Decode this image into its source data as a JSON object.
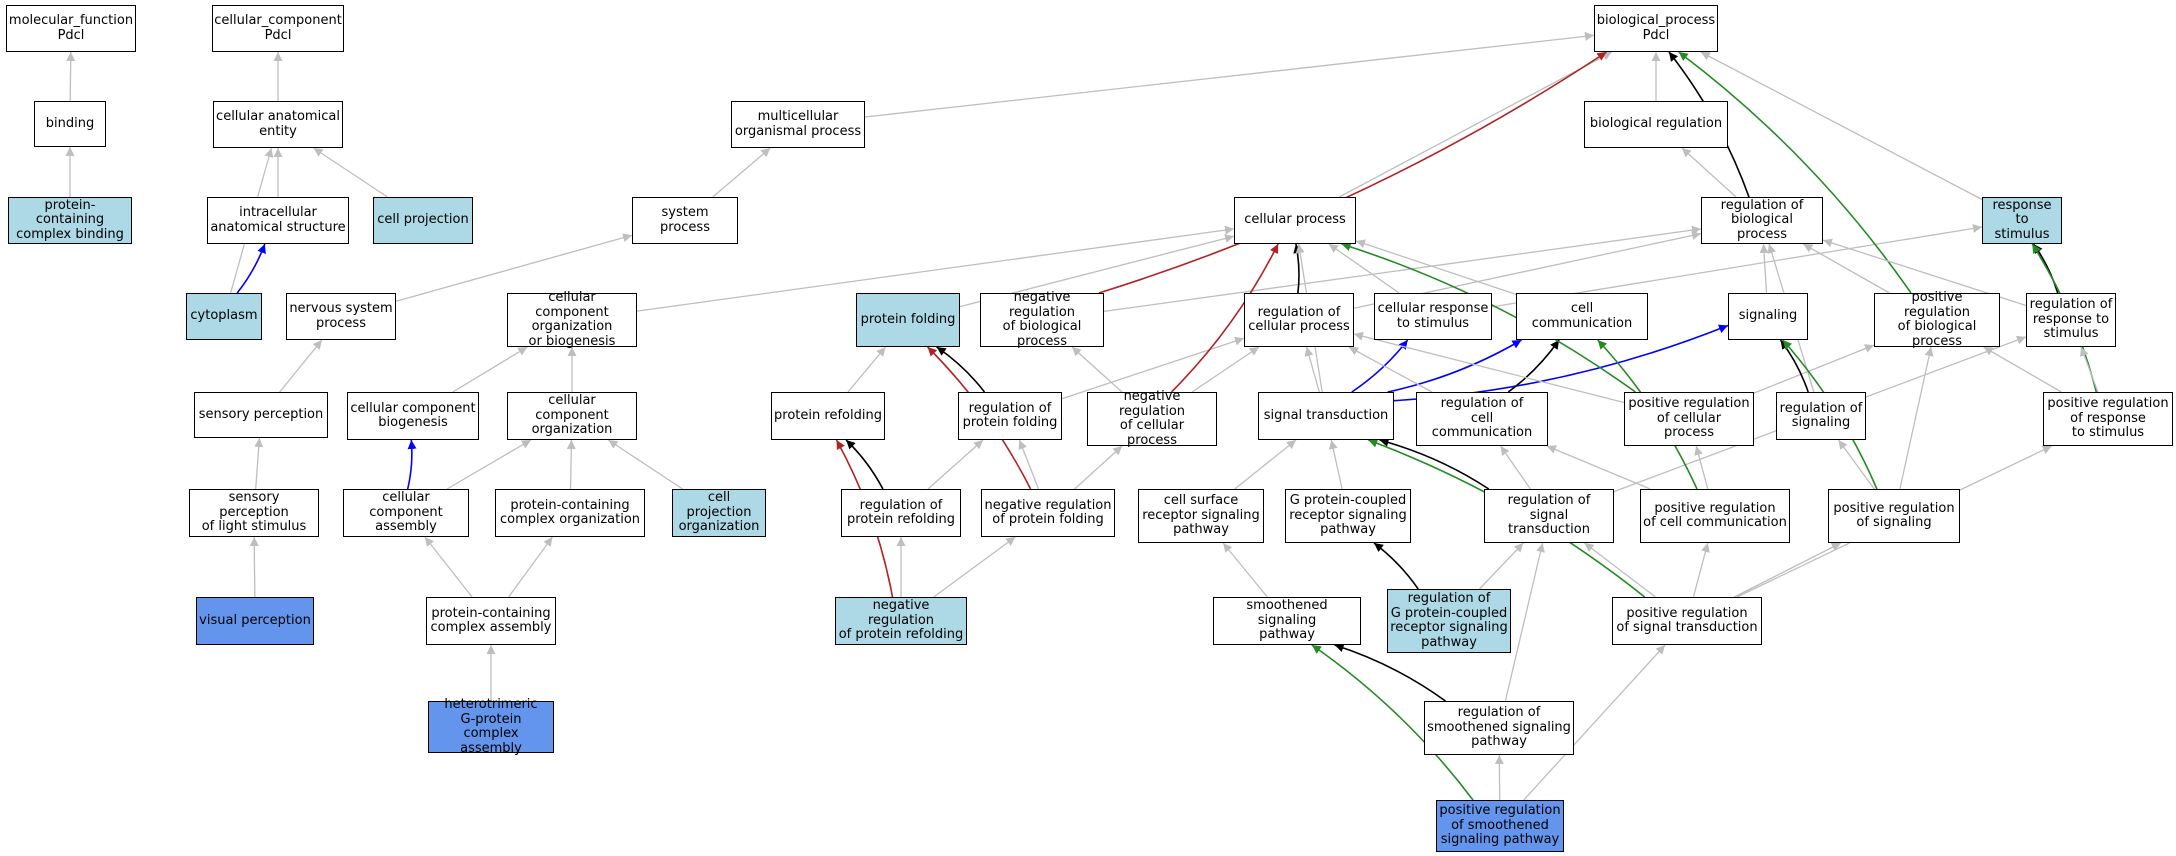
{
  "colors": {
    "plain": "#ffffff",
    "highlight": "#add8e6",
    "annotated": "#6495ed",
    "edge_gray": "#bebebe",
    "edge_black": "#000000",
    "edge_red": "#b22222",
    "edge_blue": "#0000ff",
    "edge_green": "#228b22"
  },
  "nodes": [
    {
      "id": "mf",
      "label": "molecular_function\nPdcl",
      "style": "plain"
    },
    {
      "id": "binding",
      "label": "binding",
      "style": "plain"
    },
    {
      "id": "pcb",
      "label": "protein-containing\ncomplex binding",
      "style": "highlight"
    },
    {
      "id": "cc",
      "label": "cellular_component\nPdcl",
      "style": "plain"
    },
    {
      "id": "cae",
      "label": "cellular anatomical\nentity",
      "style": "plain"
    },
    {
      "id": "ias",
      "label": "intracellular\nanatomical structure",
      "style": "plain"
    },
    {
      "id": "cproj",
      "label": "cell projection",
      "style": "highlight"
    },
    {
      "id": "cyto",
      "label": "cytoplasm",
      "style": "highlight"
    },
    {
      "id": "bp",
      "label": "biological_process\nPdcl",
      "style": "plain"
    },
    {
      "id": "mop",
      "label": "multicellular\norganismal process",
      "style": "plain"
    },
    {
      "id": "sysp",
      "label": "system process",
      "style": "plain"
    },
    {
      "id": "nsp",
      "label": "nervous system\nprocess",
      "style": "plain"
    },
    {
      "id": "sensp",
      "label": "sensory perception",
      "style": "plain"
    },
    {
      "id": "splight",
      "label": "sensory perception\nof light stimulus",
      "style": "plain"
    },
    {
      "id": "visp",
      "label": "visual perception",
      "style": "annotated"
    },
    {
      "id": "ccob",
      "label": "cellular component\norganization\nor biogenesis",
      "style": "plain"
    },
    {
      "id": "ccbio",
      "label": "cellular component\nbiogenesis",
      "style": "plain"
    },
    {
      "id": "ccorg",
      "label": "cellular component\norganization",
      "style": "plain"
    },
    {
      "id": "ccasm",
      "label": "cellular component\nassembly",
      "style": "plain"
    },
    {
      "id": "pcco",
      "label": "protein-containing\ncomplex organization",
      "style": "plain"
    },
    {
      "id": "cpo",
      "label": "cell projection\norganization",
      "style": "highlight"
    },
    {
      "id": "pcca",
      "label": "protein-containing\ncomplex assembly",
      "style": "plain"
    },
    {
      "id": "hgpa",
      "label": "heterotrimeric\nG-protein complex\nassembly",
      "style": "annotated"
    },
    {
      "id": "cellp",
      "label": "cellular process",
      "style": "plain"
    },
    {
      "id": "pfold",
      "label": "protein folding",
      "style": "highlight"
    },
    {
      "id": "nrbp",
      "label": "negative regulation\nof biological\nprocess",
      "style": "plain"
    },
    {
      "id": "pref",
      "label": "protein refolding",
      "style": "plain"
    },
    {
      "id": "rpf",
      "label": "regulation of\nprotein folding",
      "style": "plain"
    },
    {
      "id": "nrcp",
      "label": "negative regulation\nof cellular\nprocess",
      "style": "plain"
    },
    {
      "id": "rpref",
      "label": "regulation of\nprotein refolding",
      "style": "plain"
    },
    {
      "id": "nrpf",
      "label": "negative regulation\nof protein folding",
      "style": "plain"
    },
    {
      "id": "nrpref",
      "label": "negative regulation\nof protein refolding",
      "style": "highlight"
    },
    {
      "id": "biorg",
      "label": "biological regulation",
      "style": "plain"
    },
    {
      "id": "rbp",
      "label": "regulation of\nbiological process",
      "style": "plain"
    },
    {
      "id": "rcp",
      "label": "regulation of\ncellular process",
      "style": "plain"
    },
    {
      "id": "crs",
      "label": "cellular response\nto stimulus",
      "style": "plain"
    },
    {
      "id": "ccomm",
      "label": "cell communication",
      "style": "plain"
    },
    {
      "id": "sig",
      "label": "signaling",
      "style": "plain"
    },
    {
      "id": "rts",
      "label": "response to\nstimulus",
      "style": "highlight"
    },
    {
      "id": "prbp",
      "label": "positive regulation\nof biological\nprocess",
      "style": "plain"
    },
    {
      "id": "rrs",
      "label": "regulation of\nresponse to\nstimulus",
      "style": "plain"
    },
    {
      "id": "st",
      "label": "signal transduction",
      "style": "plain"
    },
    {
      "id": "rcc",
      "label": "regulation of\ncell communication",
      "style": "plain"
    },
    {
      "id": "prcp",
      "label": "positive regulation\nof cellular\nprocess",
      "style": "plain"
    },
    {
      "id": "rsig",
      "label": "regulation of\nsignaling",
      "style": "plain"
    },
    {
      "id": "prrs",
      "label": "positive regulation\nof response\nto stimulus",
      "style": "plain"
    },
    {
      "id": "csrsp",
      "label": "cell surface\nreceptor signaling\npathway",
      "style": "plain"
    },
    {
      "id": "gpcr",
      "label": "G protein-coupled\nreceptor signaling\npathway",
      "style": "plain"
    },
    {
      "id": "rst",
      "label": "regulation of\nsignal transduction",
      "style": "plain"
    },
    {
      "id": "prcc",
      "label": "positive regulation\nof cell communication",
      "style": "plain"
    },
    {
      "id": "prs",
      "label": "positive regulation\nof signaling",
      "style": "plain"
    },
    {
      "id": "ssp",
      "label": "smoothened signaling\npathway",
      "style": "plain"
    },
    {
      "id": "rgpcr",
      "label": "regulation of\nG protein-coupled\nreceptor signaling\npathway",
      "style": "highlight"
    },
    {
      "id": "prst",
      "label": "positive regulation\nof signal transduction",
      "style": "plain"
    },
    {
      "id": "rssp",
      "label": "regulation of\nsmoothened signaling\npathway",
      "style": "plain"
    },
    {
      "id": "prssp",
      "label": "positive regulation\nof smoothened\nsignaling pathway",
      "style": "annotated"
    }
  ],
  "edges": [
    {
      "from": "binding",
      "to": "mf",
      "kind": "gray"
    },
    {
      "from": "pcb",
      "to": "binding",
      "kind": "gray"
    },
    {
      "from": "cae",
      "to": "cc",
      "kind": "gray"
    },
    {
      "from": "ias",
      "to": "cae",
      "kind": "gray"
    },
    {
      "from": "cproj",
      "to": "cae",
      "kind": "gray"
    },
    {
      "from": "cyto",
      "to": "cae",
      "kind": "gray"
    },
    {
      "from": "cyto",
      "to": "ias",
      "kind": "blue"
    },
    {
      "from": "mop",
      "to": "bp",
      "kind": "gray"
    },
    {
      "from": "sysp",
      "to": "mop",
      "kind": "gray"
    },
    {
      "from": "nsp",
      "to": "sysp",
      "kind": "gray"
    },
    {
      "from": "sensp",
      "to": "nsp",
      "kind": "gray"
    },
    {
      "from": "splight",
      "to": "sensp",
      "kind": "gray"
    },
    {
      "from": "visp",
      "to": "splight",
      "kind": "gray"
    },
    {
      "from": "ccob",
      "to": "cellp",
      "kind": "gray"
    },
    {
      "from": "ccbio",
      "to": "ccob",
      "kind": "gray"
    },
    {
      "from": "ccorg",
      "to": "ccob",
      "kind": "gray"
    },
    {
      "from": "ccasm",
      "to": "ccbio",
      "kind": "blue"
    },
    {
      "from": "ccasm",
      "to": "ccorg",
      "kind": "gray"
    },
    {
      "from": "pcco",
      "to": "ccorg",
      "kind": "gray"
    },
    {
      "from": "cpo",
      "to": "ccorg",
      "kind": "gray"
    },
    {
      "from": "pcca",
      "to": "ccasm",
      "kind": "gray"
    },
    {
      "from": "pcca",
      "to": "pcco",
      "kind": "gray"
    },
    {
      "from": "hgpa",
      "to": "pcca",
      "kind": "gray"
    },
    {
      "from": "cellp",
      "to": "bp",
      "kind": "gray"
    },
    {
      "from": "pfold",
      "to": "cellp",
      "kind": "gray"
    },
    {
      "from": "nrbp",
      "to": "bp",
      "kind": "red"
    },
    {
      "from": "nrbp",
      "to": "rbp",
      "kind": "gray"
    },
    {
      "from": "pref",
      "to": "pfold",
      "kind": "gray"
    },
    {
      "from": "rpf",
      "to": "pfold",
      "kind": "black"
    },
    {
      "from": "rpf",
      "to": "rcp",
      "kind": "gray"
    },
    {
      "from": "nrcp",
      "to": "nrbp",
      "kind": "gray"
    },
    {
      "from": "nrcp",
      "to": "cellp",
      "kind": "red"
    },
    {
      "from": "nrcp",
      "to": "rcp",
      "kind": "gray"
    },
    {
      "from": "rpref",
      "to": "pref",
      "kind": "black"
    },
    {
      "from": "rpref",
      "to": "rpf",
      "kind": "gray"
    },
    {
      "from": "nrpf",
      "to": "pfold",
      "kind": "red"
    },
    {
      "from": "nrpf",
      "to": "rpf",
      "kind": "gray"
    },
    {
      "from": "nrpf",
      "to": "nrcp",
      "kind": "gray"
    },
    {
      "from": "nrpref",
      "to": "pref",
      "kind": "red"
    },
    {
      "from": "nrpref",
      "to": "rpref",
      "kind": "gray"
    },
    {
      "from": "nrpref",
      "to": "nrpf",
      "kind": "gray"
    },
    {
      "from": "biorg",
      "to": "bp",
      "kind": "gray"
    },
    {
      "from": "rbp",
      "to": "biorg",
      "kind": "gray"
    },
    {
      "from": "rbp",
      "to": "bp",
      "kind": "black"
    },
    {
      "from": "rcp",
      "to": "cellp",
      "kind": "black"
    },
    {
      "from": "rcp",
      "to": "rbp",
      "kind": "gray"
    },
    {
      "from": "crs",
      "to": "cellp",
      "kind": "gray"
    },
    {
      "from": "crs",
      "to": "rts",
      "kind": "gray"
    },
    {
      "from": "ccomm",
      "to": "cellp",
      "kind": "gray"
    },
    {
      "from": "sig",
      "to": "rbp",
      "kind": "gray"
    },
    {
      "from": "rts",
      "to": "bp",
      "kind": "gray"
    },
    {
      "from": "prbp",
      "to": "bp",
      "kind": "green"
    },
    {
      "from": "prbp",
      "to": "rbp",
      "kind": "gray"
    },
    {
      "from": "rrs",
      "to": "rts",
      "kind": "black"
    },
    {
      "from": "rrs",
      "to": "rbp",
      "kind": "gray"
    },
    {
      "from": "st",
      "to": "cellp",
      "kind": "gray"
    },
    {
      "from": "st",
      "to": "rcp",
      "kind": "gray"
    },
    {
      "from": "st",
      "to": "crs",
      "kind": "blue"
    },
    {
      "from": "st",
      "to": "ccomm",
      "kind": "blue"
    },
    {
      "from": "st",
      "to": "sig",
      "kind": "blue"
    },
    {
      "from": "rcc",
      "to": "ccomm",
      "kind": "black"
    },
    {
      "from": "rcc",
      "to": "rcp",
      "kind": "gray"
    },
    {
      "from": "prcp",
      "to": "cellp",
      "kind": "green"
    },
    {
      "from": "prcp",
      "to": "prbp",
      "kind": "gray"
    },
    {
      "from": "prcp",
      "to": "rcp",
      "kind": "gray"
    },
    {
      "from": "rsig",
      "to": "sig",
      "kind": "black"
    },
    {
      "from": "rsig",
      "to": "rbp",
      "kind": "gray"
    },
    {
      "from": "prrs",
      "to": "rts",
      "kind": "green"
    },
    {
      "from": "prrs",
      "to": "rrs",
      "kind": "gray"
    },
    {
      "from": "prrs",
      "to": "prbp",
      "kind": "gray"
    },
    {
      "from": "csrsp",
      "to": "st",
      "kind": "gray"
    },
    {
      "from": "gpcr",
      "to": "st",
      "kind": "gray"
    },
    {
      "from": "rst",
      "to": "st",
      "kind": "black"
    },
    {
      "from": "rst",
      "to": "rcc",
      "kind": "gray"
    },
    {
      "from": "rst",
      "to": "rrs",
      "kind": "gray"
    },
    {
      "from": "prcc",
      "to": "ccomm",
      "kind": "green"
    },
    {
      "from": "prcc",
      "to": "rcc",
      "kind": "gray"
    },
    {
      "from": "prcc",
      "to": "prcp",
      "kind": "gray"
    },
    {
      "from": "prs",
      "to": "sig",
      "kind": "green"
    },
    {
      "from": "prs",
      "to": "rsig",
      "kind": "gray"
    },
    {
      "from": "prs",
      "to": "prbp",
      "kind": "gray"
    },
    {
      "from": "rgpcr",
      "to": "gpcr",
      "kind": "black"
    },
    {
      "from": "rgpcr",
      "to": "rst",
      "kind": "gray"
    },
    {
      "from": "prst",
      "to": "st",
      "kind": "green"
    },
    {
      "from": "prst",
      "to": "rst",
      "kind": "gray"
    },
    {
      "from": "prst",
      "to": "prcc",
      "kind": "gray"
    },
    {
      "from": "prst",
      "to": "prs",
      "kind": "gray"
    },
    {
      "from": "prst",
      "to": "prrs",
      "kind": "gray"
    },
    {
      "from": "ssp",
      "to": "csrsp",
      "kind": "gray"
    },
    {
      "from": "rssp",
      "to": "ssp",
      "kind": "black"
    },
    {
      "from": "rssp",
      "to": "rst",
      "kind": "gray"
    },
    {
      "from": "prssp",
      "to": "ssp",
      "kind": "green"
    },
    {
      "from": "prssp",
      "to": "rssp",
      "kind": "gray"
    },
    {
      "from": "prssp",
      "to": "prst",
      "kind": "gray"
    }
  ]
}
